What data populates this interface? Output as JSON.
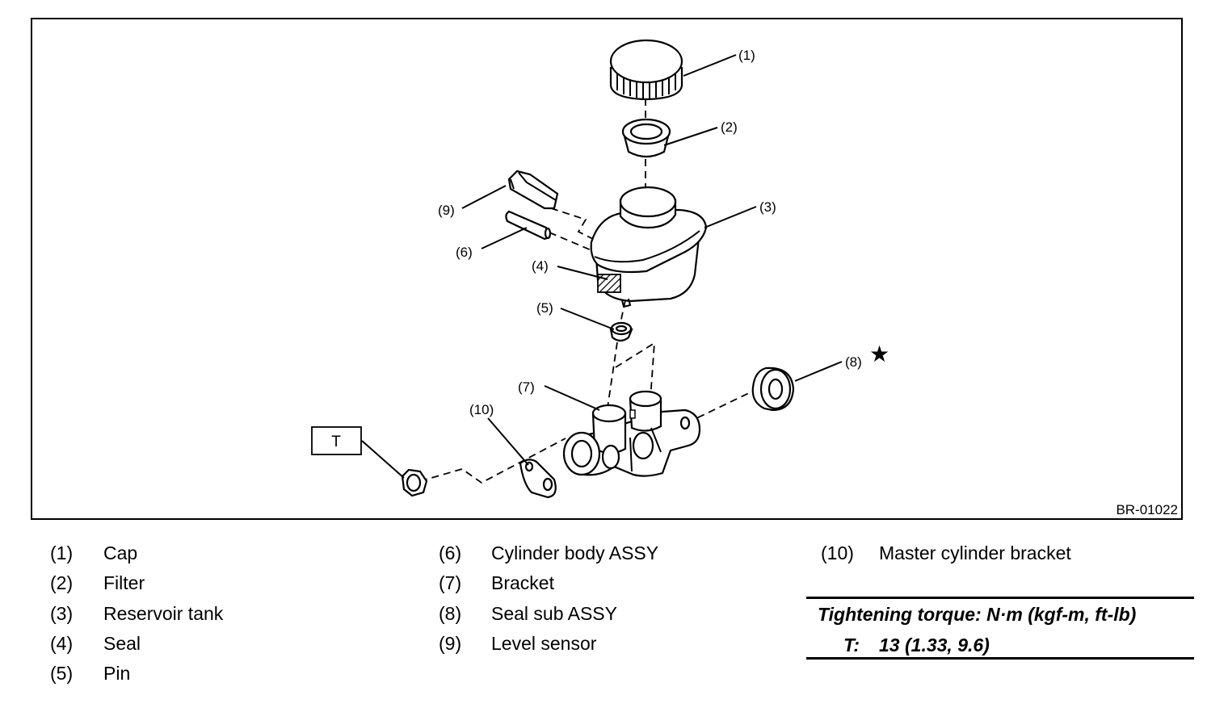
{
  "figure": {
    "code": "BR-01022",
    "callouts": [
      "(1)",
      "(2)",
      "(3)",
      "(4)",
      "(5)",
      "(6)",
      "(7)",
      "(8)",
      "(9)",
      "(10)"
    ],
    "torque_mark": "T",
    "special_mark": "★"
  },
  "legend": [
    {
      "num": "(1)",
      "name": "Cap"
    },
    {
      "num": "(2)",
      "name": "Filter"
    },
    {
      "num": "(3)",
      "name": "Reservoir tank"
    },
    {
      "num": "(4)",
      "name": "Seal"
    },
    {
      "num": "(5)",
      "name": "Pin"
    },
    {
      "num": "(6)",
      "name": "Cylinder body ASSY"
    },
    {
      "num": "(7)",
      "name": "Bracket"
    },
    {
      "num": "(8)",
      "name": "Seal sub ASSY"
    },
    {
      "num": "(9)",
      "name": "Level sensor"
    },
    {
      "num": "(10)",
      "name": "Master cylinder bracket"
    }
  ],
  "torque": {
    "heading": "Tightening torque: N·m (kgf-m, ft-lb)",
    "label": "T:",
    "value": "13 (1.33, 9.6)"
  }
}
